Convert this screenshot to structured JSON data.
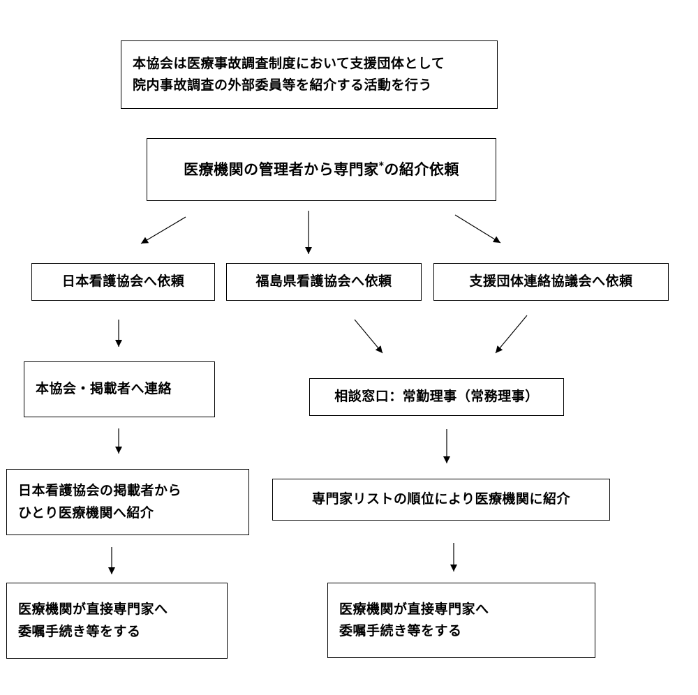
{
  "diagram": {
    "nodes": {
      "intro": {
        "line1": "本協会は医療事故調査制度において支援団体として",
        "line2": "院内事故調査の外部委員等を紹介する活動を行う"
      },
      "request": {
        "text": "医療機関の管理者から専門家",
        "mark": "*",
        "suffix": "の紹介依頼"
      },
      "jna": {
        "text": "日本看護協会へ依頼"
      },
      "fukushima": {
        "text": "福島県看護協会へ依頼"
      },
      "council": {
        "text": "支援団体連絡協議会へ依頼"
      },
      "contact": {
        "text": "本協会・掲載者へ連絡"
      },
      "consult": {
        "text": "相談窓口：常勤理事（常務理事）"
      },
      "jna_intro": {
        "line1": "日本看護協会の掲載者から",
        "line2": "ひとり医療機関へ紹介"
      },
      "list_intro": {
        "text": "専門家リストの順位により医療機関に紹介"
      },
      "left_final": {
        "line1": "医療機関が直接専門家へ",
        "line2": "委嘱手続き等をする"
      },
      "right_final": {
        "line1": "医療機関が直接専門家へ",
        "line2": "委嘱手続き等をする"
      }
    },
    "edges": [
      {
        "from": "request",
        "to": "jna"
      },
      {
        "from": "request",
        "to": "fukushima"
      },
      {
        "from": "request",
        "to": "council"
      },
      {
        "from": "jna",
        "to": "contact"
      },
      {
        "from": "fukushima",
        "to": "consult"
      },
      {
        "from": "council",
        "to": "consult"
      },
      {
        "from": "contact",
        "to": "jna_intro"
      },
      {
        "from": "consult",
        "to": "list_intro"
      },
      {
        "from": "jna_intro",
        "to": "left_final"
      },
      {
        "from": "list_intro",
        "to": "right_final"
      }
    ]
  }
}
